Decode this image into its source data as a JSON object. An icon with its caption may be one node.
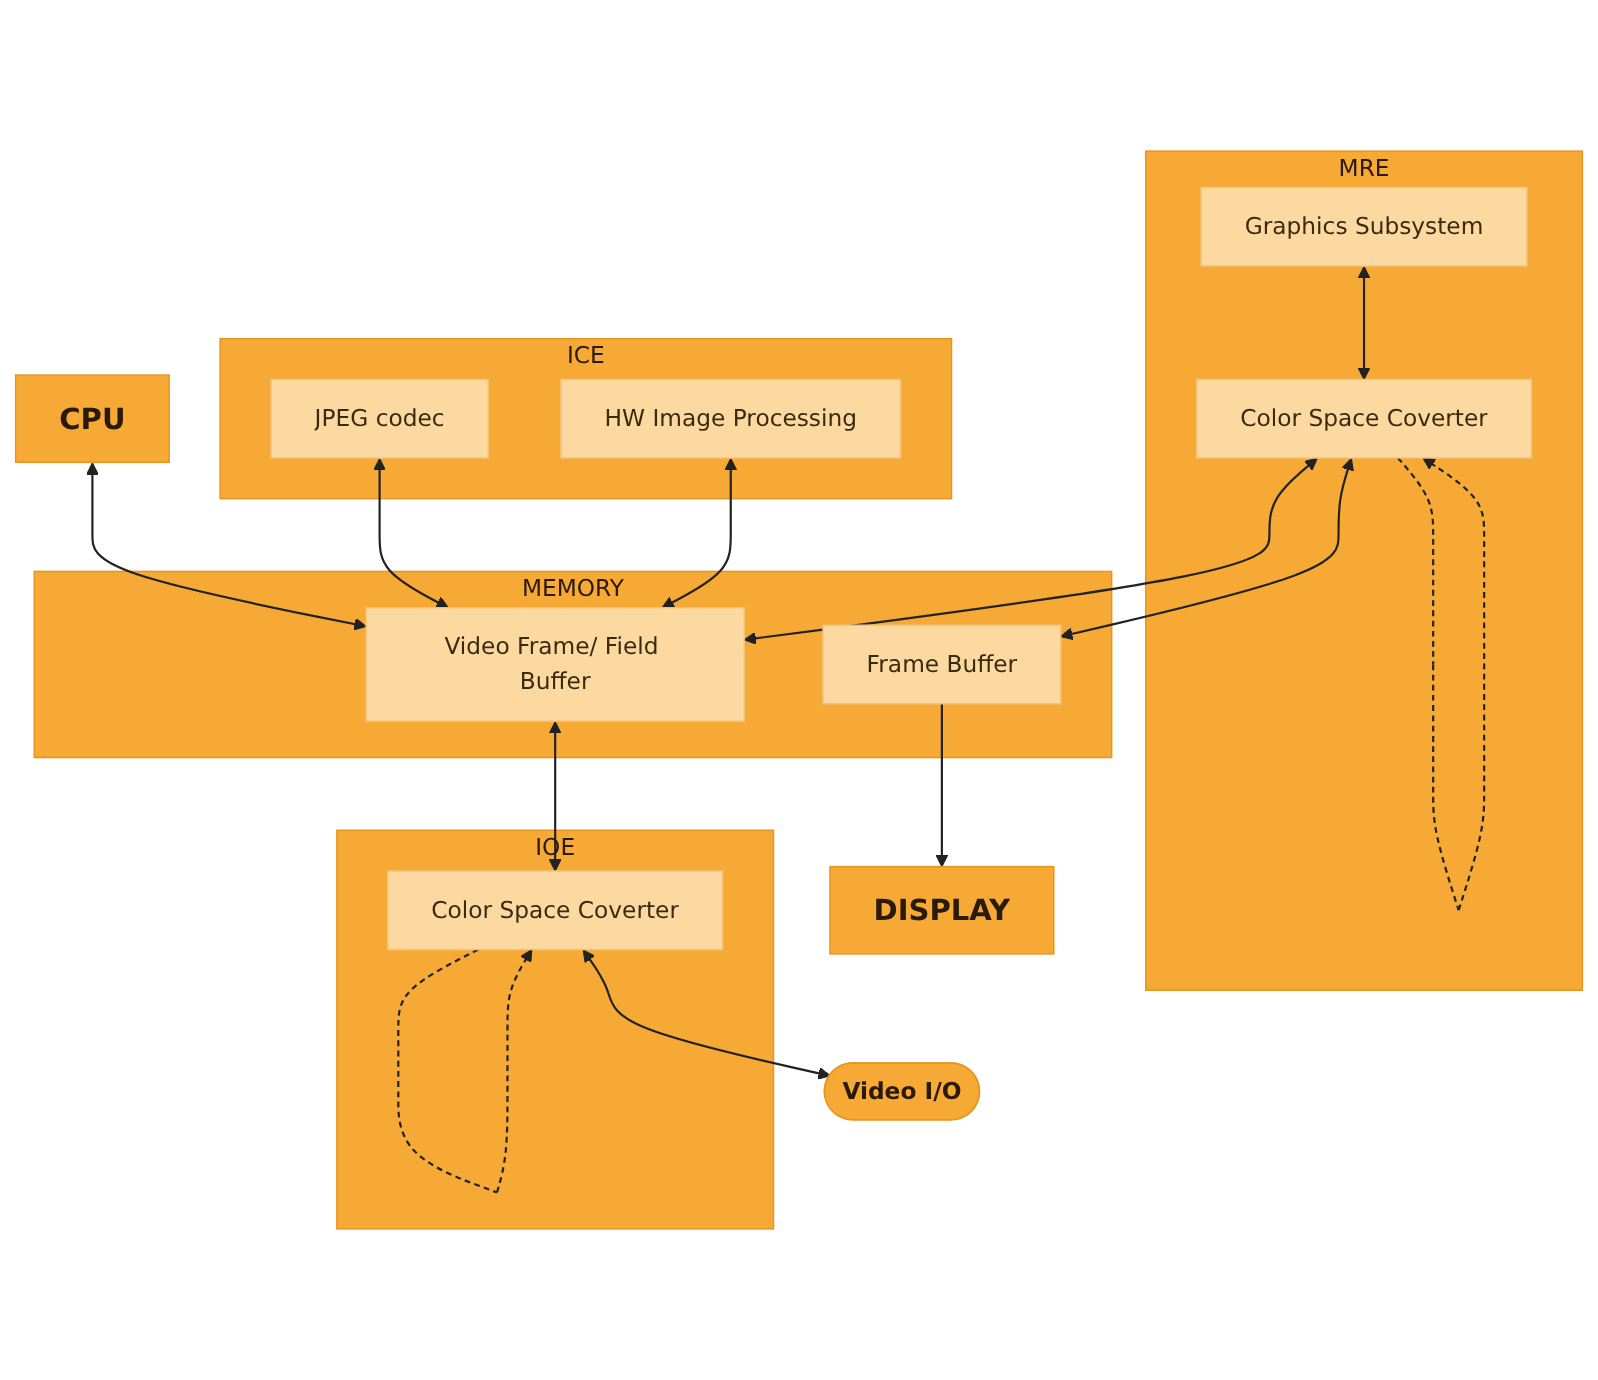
{
  "diagram": {
    "nodes": [
      {
        "text": [
          "MRE"
        ]
      },
      {
        "text": [
          "Graphics Subsystem"
        ],
        "in": 0
      },
      {
        "text": [
          "Color Space Coverter"
        ],
        "in": 0
      },
      {
        "text": [
          "CPU"
        ]
      },
      {
        "text": [
          "MEMORY"
        ]
      },
      {
        "text": [
          "Video Frame/ Field Buffer"
        ],
        "in": 4
      },
      {
        "text": [
          "Frame Buffer"
        ],
        "in": 4
      },
      {
        "text": [
          "DISPLAY"
        ]
      },
      {
        "text": [
          "ICE"
        ]
      },
      {
        "text": [
          "JPEG codec"
        ],
        "in": 8
      },
      {
        "text": [
          "HW Image Processing"
        ],
        "in": 8
      },
      {
        "text": [
          "IOE"
        ]
      },
      {
        "text": [
          "Color Space Coverter"
        ],
        "in": 11
      },
      {
        "text": [
          "Video I/O"
        ]
      }
    ],
    "edges": [
      {
        "from": 1,
        "to": 2,
        "arrow": "both"
      },
      {
        "from": 2,
        "to": 2,
        "arrow": "to",
        "style": "dashed"
      },
      {
        "from": 2,
        "to": 5,
        "arrow": "both"
      },
      {
        "from": 2,
        "to": 6,
        "arrow": "both"
      },
      {
        "from": 3,
        "to": 5,
        "arrow": "both"
      },
      {
        "from": 9,
        "to": 5,
        "arrow": "both"
      },
      {
        "from": 10,
        "to": 5,
        "arrow": "both"
      },
      {
        "from": 6,
        "to": 7,
        "arrow": "to"
      },
      {
        "from": 5,
        "to": 12,
        "arrow": "both"
      },
      {
        "from": 12,
        "to": 12,
        "arrow": "to",
        "style": "dashed"
      },
      {
        "from": 12,
        "to": 13,
        "arrow": "both"
      }
    ]
  }
}
